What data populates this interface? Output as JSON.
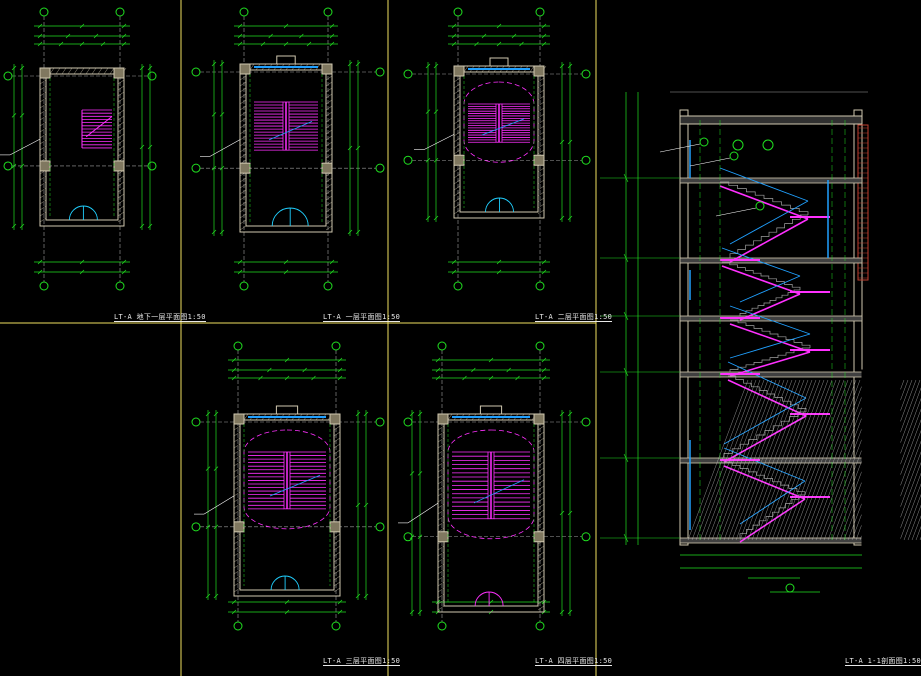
{
  "drawing_titles": {
    "p1": "LT-A 地下一层平面图1:50",
    "p2": "LT-A 一层平面图1:50",
    "p3": "LT-A 二层平面图1:50",
    "p4": "LT-A 三层平面图1:50",
    "p5": "LT-A 四层平面图1:50",
    "section": "LT-A 1-1剖面图1:50"
  },
  "colors": {
    "background": "#000000",
    "frame": "#f0e060",
    "wall": "#d0c8b0",
    "stair": "#ff30ff",
    "dimension": "#20e020",
    "window": "#20a0ff",
    "axis": "#a0a0a0",
    "text": "#e8e8e8",
    "hatch": "#c8c8c8",
    "leader": "#ffffff"
  }
}
